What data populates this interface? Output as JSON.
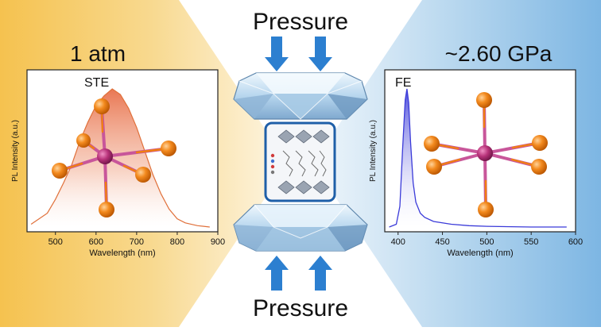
{
  "top_label": "Pressure",
  "bottom_label": "Pressure",
  "left": {
    "condition": "1 atm",
    "emission": "STE",
    "xlabel": "Wavelength (nm)",
    "ylabel": "PL Intensity (a.u.)",
    "xticks": [
      "500",
      "600",
      "700",
      "800",
      "900"
    ],
    "color": "#e07a4a"
  },
  "right": {
    "condition": "~2.60 GPa",
    "emission": "FE",
    "xlabel": "Wavelength (nm)",
    "ylabel": "PL Intensity (a.u.)",
    "xticks": [
      "400",
      "450",
      "500",
      "550",
      "600"
    ],
    "color": "#3b3bd9"
  },
  "colors": {
    "left_bg": "#f7c969",
    "right_bg": "#8fc0e6",
    "arrow": "#2c7fd0",
    "ligand": "#f07f12",
    "metal": "#b8337a",
    "bond": "#c8569a"
  },
  "chart_data": [
    {
      "type": "area",
      "emission": "STE",
      "xlabel": "Wavelength (nm)",
      "ylabel": "PL Intensity (a.u.)",
      "xlim": [
        430,
        900
      ],
      "x": [
        440,
        480,
        500,
        520,
        540,
        560,
        580,
        600,
        620,
        640,
        660,
        680,
        700,
        720,
        740,
        760,
        780,
        800,
        820,
        850,
        880
      ],
      "y": [
        0.02,
        0.1,
        0.2,
        0.32,
        0.45,
        0.62,
        0.76,
        0.88,
        0.95,
        1.0,
        0.96,
        0.86,
        0.72,
        0.55,
        0.38,
        0.24,
        0.13,
        0.06,
        0.03,
        0.01,
        0.0
      ]
    },
    {
      "type": "area",
      "emission": "FE",
      "xlabel": "Wavelength (nm)",
      "ylabel": "PL Intensity (a.u.)",
      "xlim": [
        385,
        600
      ],
      "x": [
        390,
        398,
        402,
        405,
        408,
        410,
        412,
        414,
        417,
        420,
        425,
        430,
        440,
        460,
        480,
        500,
        550,
        590
      ],
      "y": [
        0.0,
        0.02,
        0.15,
        0.55,
        0.92,
        1.0,
        0.9,
        0.62,
        0.32,
        0.18,
        0.1,
        0.07,
        0.04,
        0.02,
        0.01,
        0.005,
        0.0,
        0.0
      ]
    }
  ]
}
